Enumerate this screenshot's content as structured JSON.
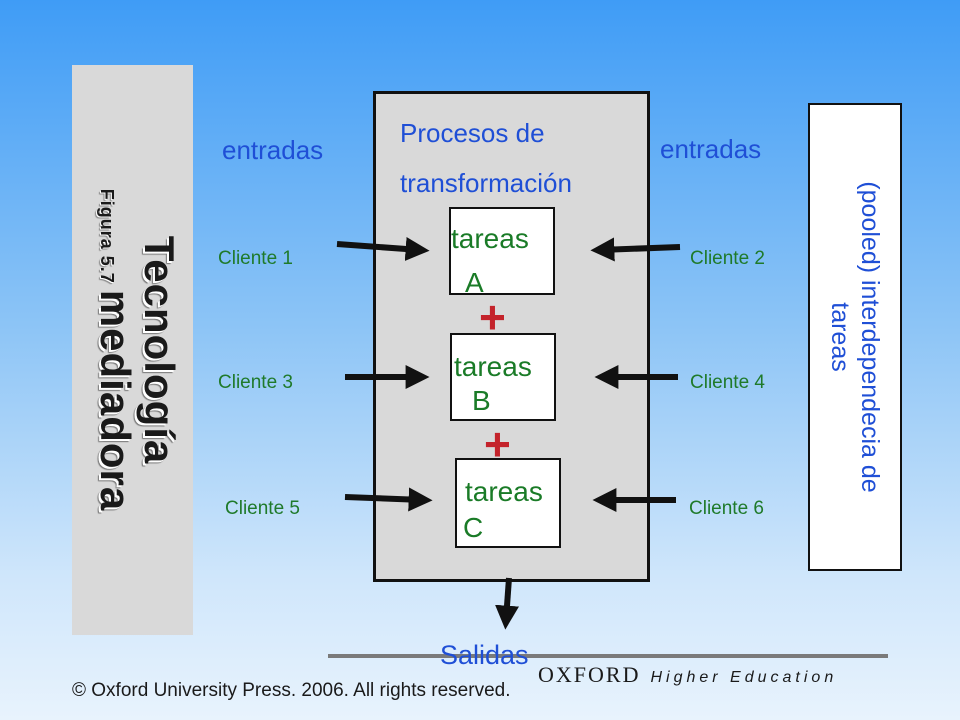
{
  "left_panel": {
    "title_line1": "Tecnología",
    "title_line2": "mediadora",
    "figure_label": "Figura 5.7"
  },
  "process": {
    "title_line1": "Procesos de",
    "title_line2": "transformación"
  },
  "inputs": {
    "left_label": "entradas",
    "right_label": "entradas"
  },
  "tasks": [
    {
      "line1": "tareas",
      "line2": "A"
    },
    {
      "line1": "tareas",
      "line2": "B"
    },
    {
      "line1": "tareas",
      "line2": "C"
    }
  ],
  "plus_symbol": "+",
  "clients": {
    "c1": "Cliente 1",
    "c2": "Cliente 2",
    "c3": "Cliente 3",
    "c4": "Cliente 4",
    "c5": "Cliente 5",
    "c6": "Cliente 6"
  },
  "right_box": {
    "line1": "(pooled) interdependecia de",
    "line2": "tareas"
  },
  "output_label": "Salidas",
  "footer": {
    "brand": "OXFORD",
    "brand_sub": "Higher Education",
    "copyright": "© Oxford University Press. 2006. All rights reserved."
  },
  "colors": {
    "arrow": "#111111",
    "text_blue": "#1f4fd6",
    "text_green": "#1f7a2a",
    "plus_red": "#c4232b"
  }
}
